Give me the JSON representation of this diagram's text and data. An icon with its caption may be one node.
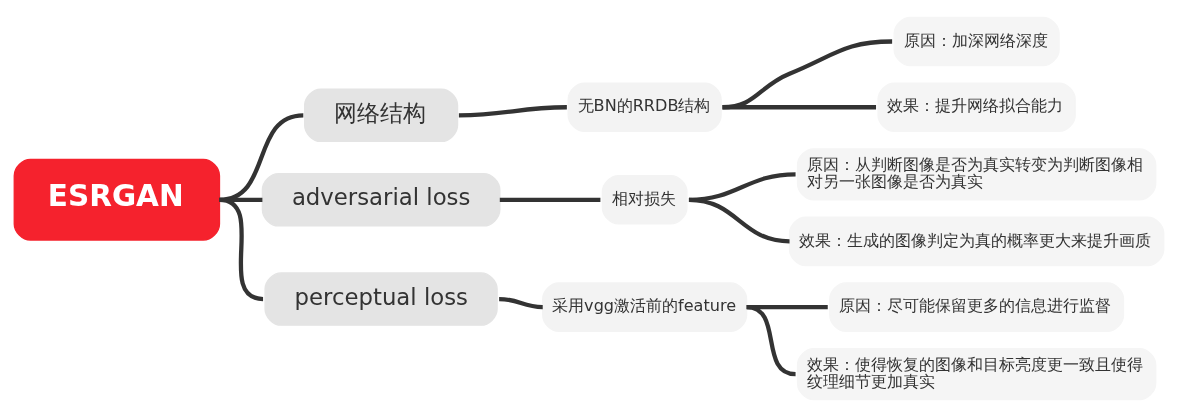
{
  "diagram": {
    "nodes": [
      {
        "text": [
          "ESRGAN"
        ]
      },
      {
        "text": [
          "网络结构"
        ]
      },
      {
        "text": [
          "无BN的RRDB结构"
        ]
      },
      {
        "text": [
          "原因：加深网络深度"
        ]
      },
      {
        "text": [
          "效果：提升网络拟合能力"
        ]
      },
      {
        "text": [
          "adversarial loss"
        ]
      },
      {
        "text": [
          "相对损失"
        ]
      },
      {
        "text": [
          "原因：从判断图像是否为真实转变为判断图像相对另一张图像是否为真实"
        ]
      },
      {
        "text": [
          "效果：生成的图像判定为真的概率更大来提升画质"
        ]
      },
      {
        "text": [
          "perceptual loss"
        ]
      },
      {
        "text": [
          "采用vgg激活前的feature"
        ]
      },
      {
        "text": [
          "原因：尽可能保留更多的信息进行监督"
        ]
      },
      {
        "text": [
          "效果：使得恢复的图像和目标亮度更一致且使得纹理细节更加真实"
        ]
      }
    ],
    "edges": [
      {
        "from": 0,
        "to": 1,
        "arrow": "none"
      },
      {
        "from": 1,
        "to": 2,
        "arrow": "none"
      },
      {
        "from": 2,
        "to": 3,
        "arrow": "none"
      },
      {
        "from": 2,
        "to": 4,
        "arrow": "none"
      },
      {
        "from": 0,
        "to": 5,
        "arrow": "none"
      },
      {
        "from": 5,
        "to": 6,
        "arrow": "none"
      },
      {
        "from": 6,
        "to": 7,
        "arrow": "none"
      },
      {
        "from": 6,
        "to": 8,
        "arrow": "none"
      },
      {
        "from": 0,
        "to": 9,
        "arrow": "none"
      },
      {
        "from": 9,
        "to": 10,
        "arrow": "none"
      },
      {
        "from": 10,
        "to": 11,
        "arrow": "none"
      },
      {
        "from": 10,
        "to": 12,
        "arrow": "none"
      }
    ]
  }
}
